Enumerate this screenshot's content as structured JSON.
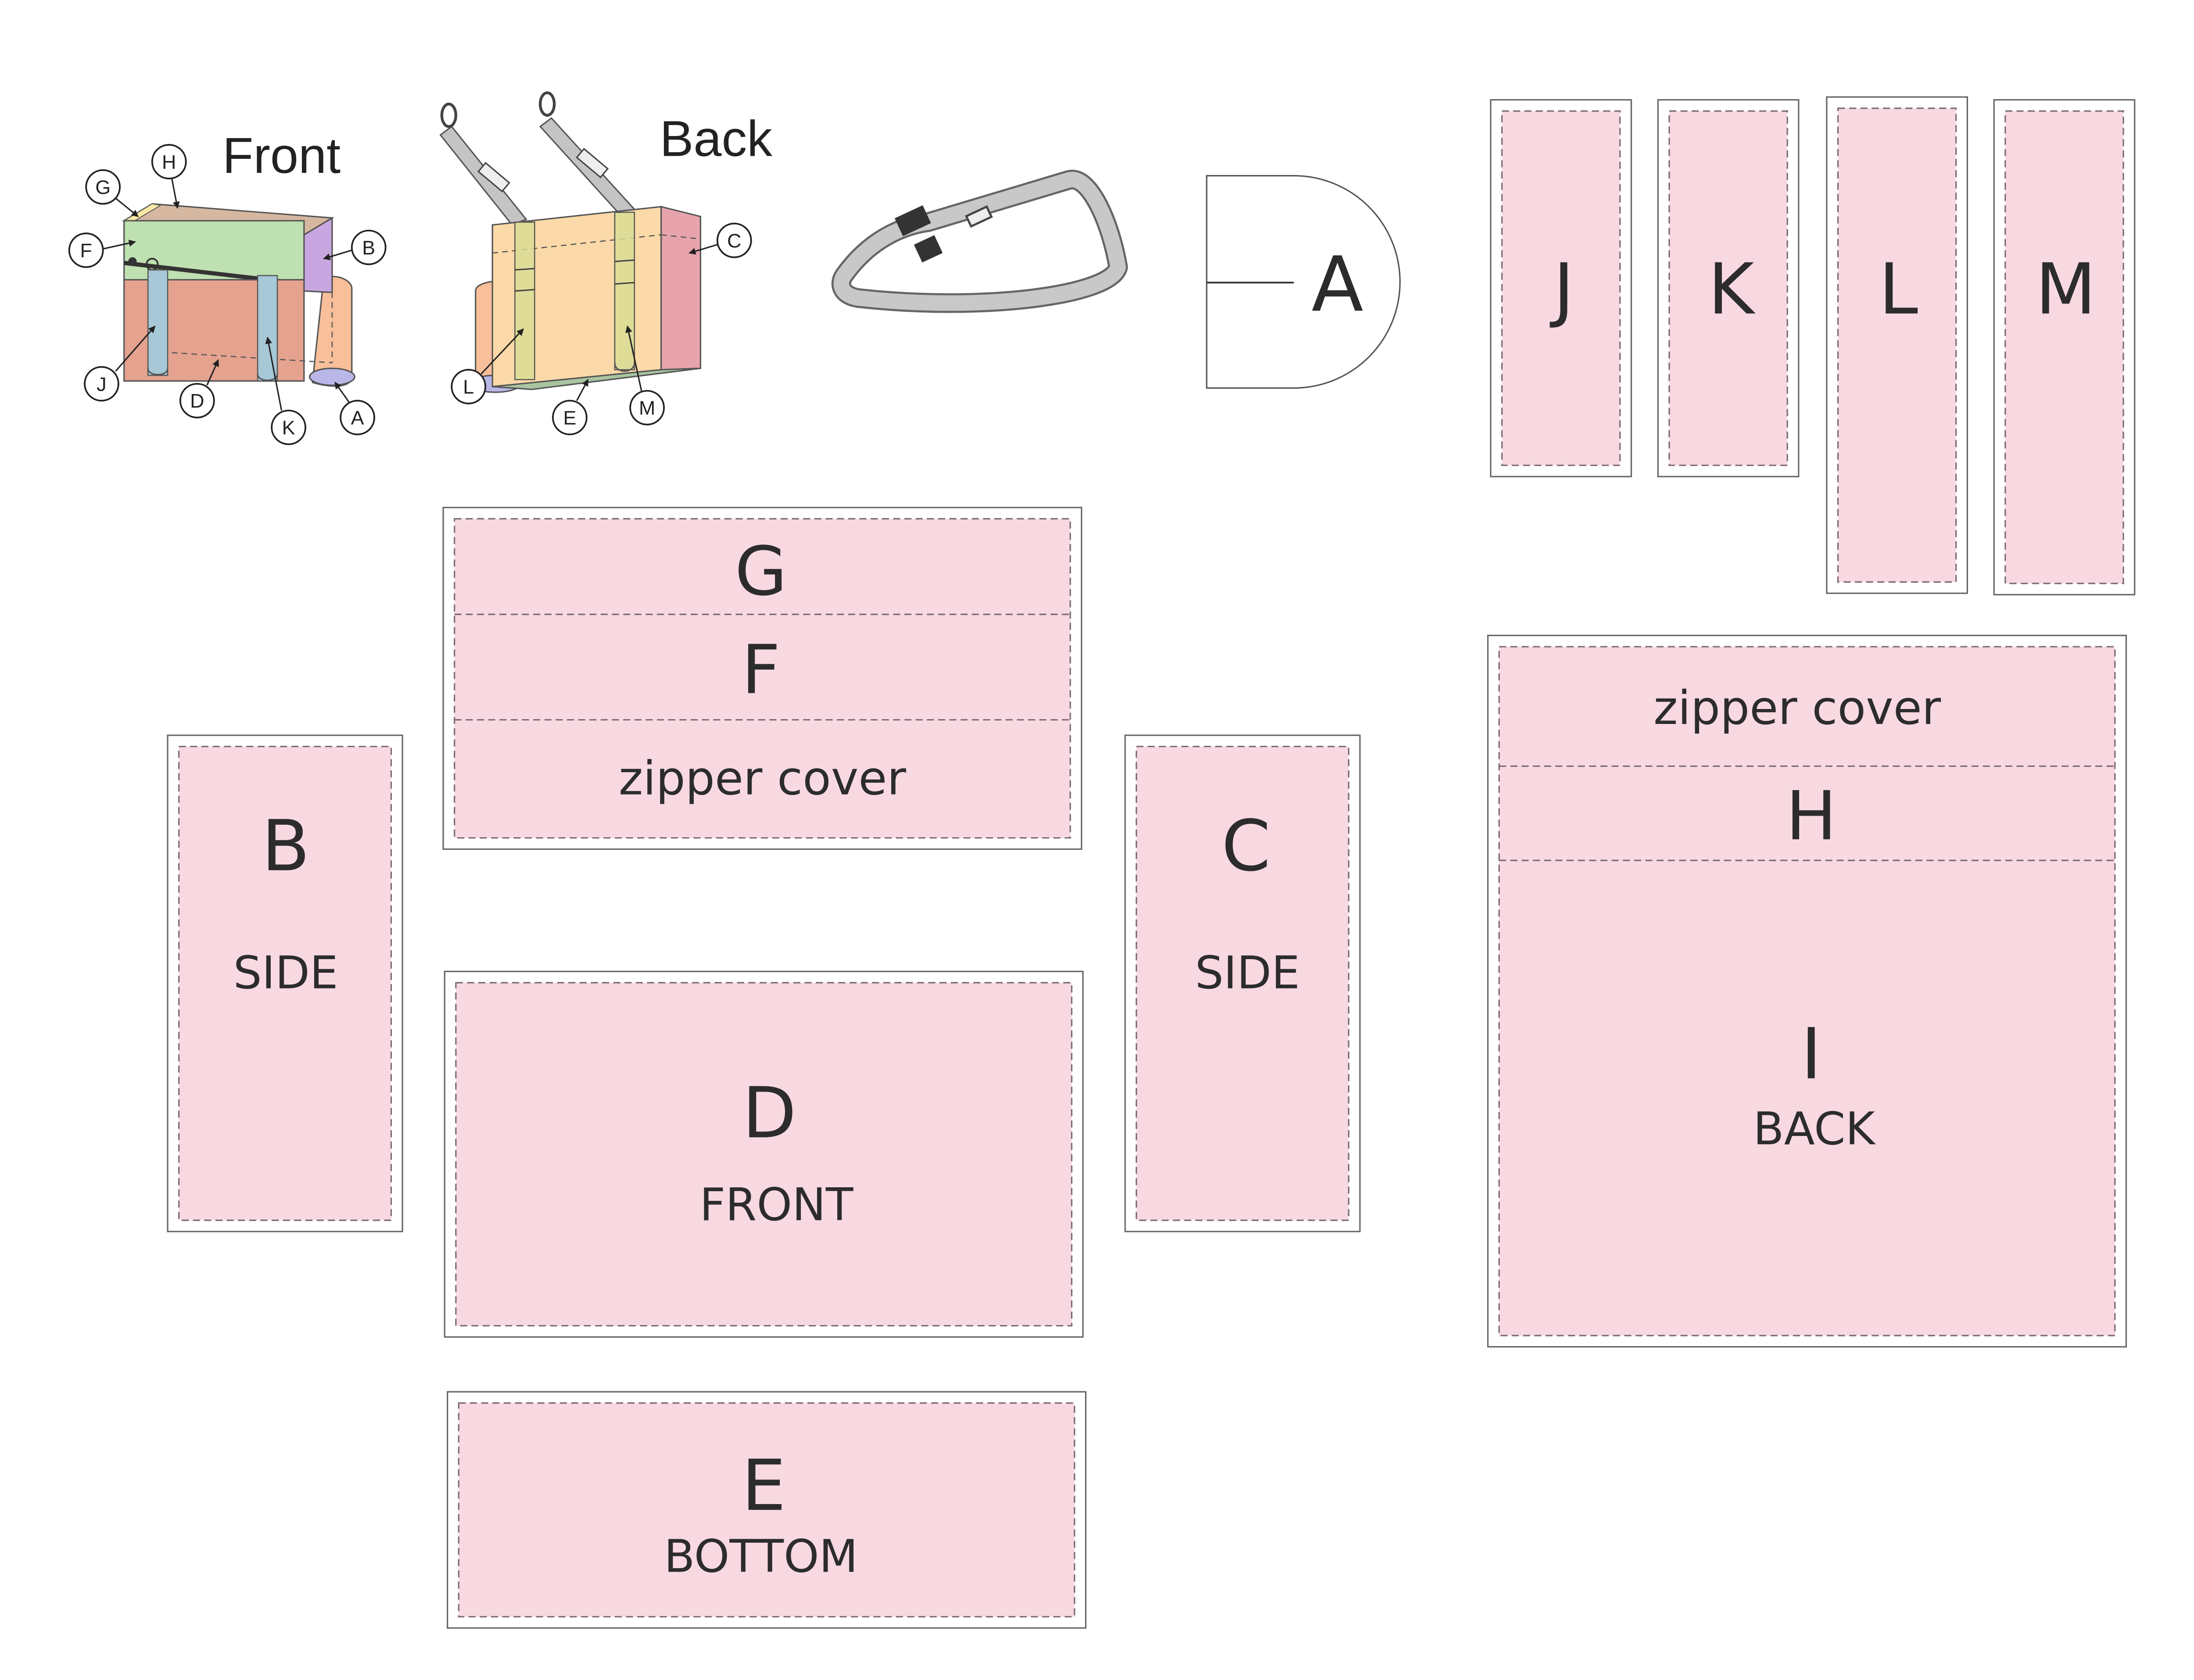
{
  "illustrations": {
    "front_title": "Front",
    "back_title": "Back",
    "front_callouts": {
      "g": "G",
      "h": "H",
      "f": "F",
      "b": "B",
      "j": "J",
      "d": "D",
      "k": "K",
      "a": "A"
    },
    "back_callouts": {
      "c": "C",
      "l": "L",
      "e": "E",
      "m": "M"
    }
  },
  "pieces": {
    "a": {
      "letter": "A"
    },
    "j": {
      "letter": "J"
    },
    "k": {
      "letter": "K"
    },
    "l": {
      "letter": "L"
    },
    "m": {
      "letter": "M"
    },
    "gf": {
      "g": "G",
      "f": "F",
      "zipper": "zipper cover"
    },
    "b": {
      "letter": "B",
      "name": "SIDE"
    },
    "c": {
      "letter": "C",
      "name": "SIDE"
    },
    "d": {
      "letter": "D",
      "name": "FRONT"
    },
    "e": {
      "letter": "E",
      "name": "BOTTOM"
    },
    "hi": {
      "zipper": "zipper cover",
      "h": "H",
      "i": "I",
      "name": "BACK"
    }
  },
  "colors": {
    "piece_fill": "#f8d9e1",
    "outline": "#555555",
    "dash": "#7a6a70",
    "strap": "#c8c8c8"
  }
}
